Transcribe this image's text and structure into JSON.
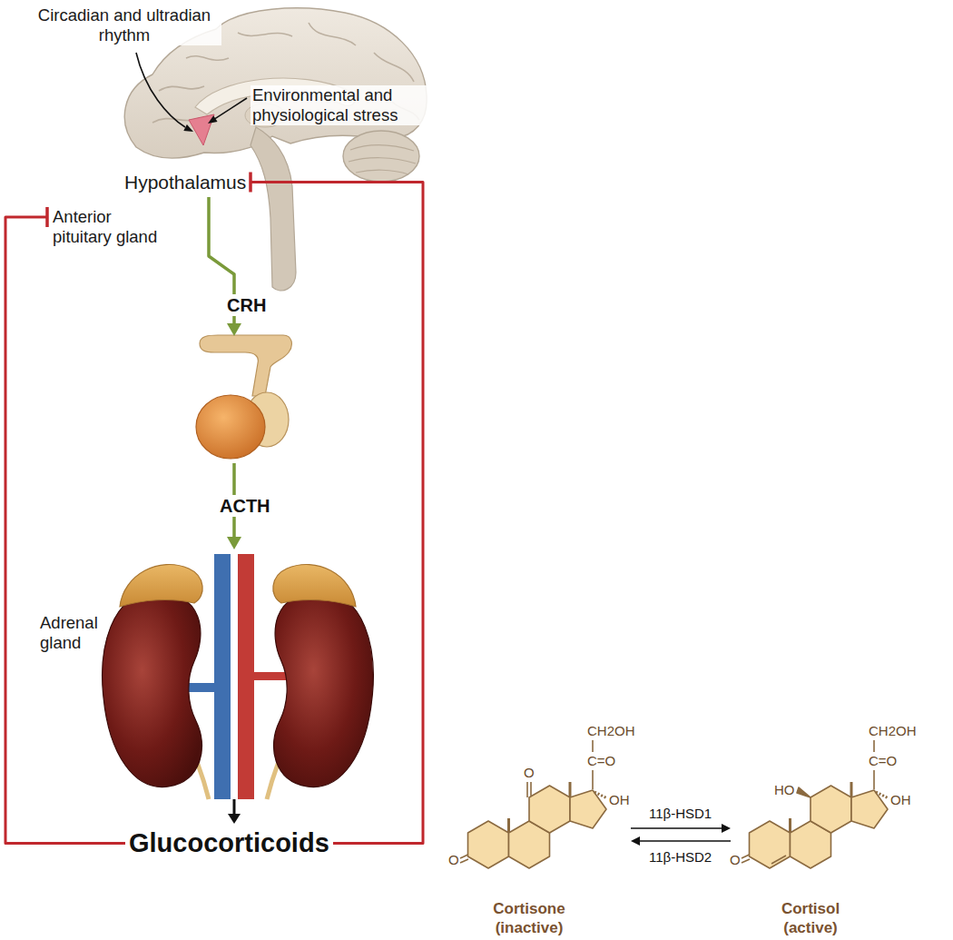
{
  "diagram": {
    "nodes": [
      {
        "text": [
          "Hypothalamus"
        ]
      },
      {
        "text": [
          "Anterior pituitary gland"
        ]
      },
      {
        "text": [
          "Adrenal gland"
        ]
      },
      {
        "text": [
          "Glucocorticoids"
        ]
      },
      {
        "text": [
          "Cortisone (inactive)"
        ]
      },
      {
        "text": [
          "Cortisol (active)"
        ]
      }
    ],
    "edges": [
      {
        "from": 0,
        "to": 1,
        "label": "CRH",
        "arrow": "to"
      },
      {
        "from": 1,
        "to": 2,
        "label": "ACTH",
        "arrow": "to"
      },
      {
        "from": 2,
        "to": 3,
        "arrow": "to"
      },
      {
        "from": 3,
        "to": 1,
        "arrow": "to"
      },
      {
        "from": 3,
        "to": 0,
        "arrow": "to"
      },
      {
        "from": 4,
        "to": 5,
        "label": "11β-HSD1",
        "arrow": "to"
      },
      {
        "from": 5,
        "to": 4,
        "label": "11β-HSD2",
        "arrow": "to"
      }
    ],
    "labels": [
      "Circadian and ultradian rhythm",
      "Environmental and physiological stress",
      "CH2OH",
      "C=O",
      "O",
      "OH",
      "O",
      "CH2OH",
      "C=O",
      "HO",
      "OH",
      "O"
    ]
  }
}
